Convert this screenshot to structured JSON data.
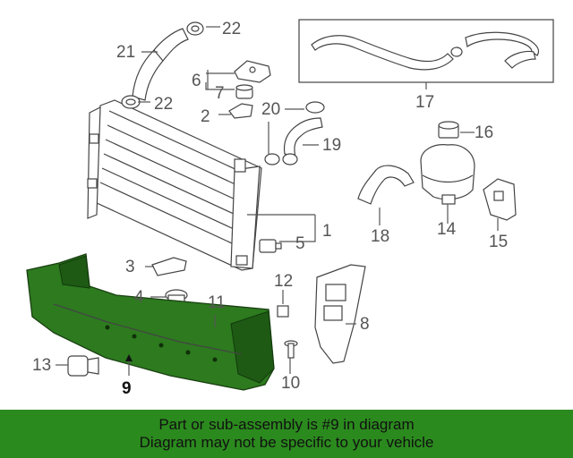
{
  "callouts": {
    "c1": "1",
    "c2": "2",
    "c3": "3",
    "c4": "4",
    "c5": "5",
    "c6": "6",
    "c7": "7",
    "c8": "8",
    "c9": "9",
    "c10": "10",
    "c11": "11",
    "c12": "12",
    "c13": "13",
    "c14": "14",
    "c15": "15",
    "c16": "16",
    "c17": "17",
    "c18": "18",
    "c19": "19",
    "c20": "20",
    "c21": "21",
    "c22a": "22",
    "c22b": "22"
  },
  "highlight_color": "#2d7a1f",
  "banner": {
    "line1": "Part or sub-assembly is #9 in diagram",
    "line2": "Diagram may not be specific to your vehicle",
    "color": "#2b8a1e"
  }
}
